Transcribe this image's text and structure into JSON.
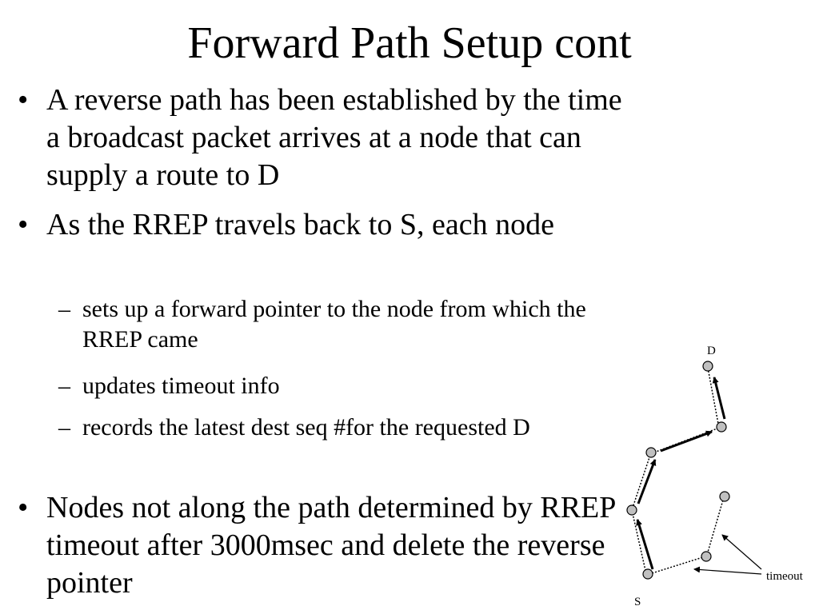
{
  "slide": {
    "title": "Forward Path Setup cont",
    "bullets": [
      {
        "marker": "•",
        "text": "A reverse path has been established by the time a broadcast packet arrives at a node that can supply a route to D"
      },
      {
        "marker": "•",
        "text": "As the RREP travels back to S, each node"
      },
      {
        "marker": "–",
        "text": "sets up a forward pointer to the node from which the RREP came"
      },
      {
        "marker": "–",
        "text": "updates timeout info"
      },
      {
        "marker": "–",
        "text": "records the latest dest seq #for the requested D"
      },
      {
        "marker": "•",
        "text": "Nodes not along the path determined by RREP timeout after 3000msec and delete the reverse pointer"
      }
    ]
  },
  "diagram": {
    "labels": {
      "destination": "D",
      "source": "S",
      "timeout": "timeout"
    },
    "colors": {
      "node_fill": "#c0c0c0",
      "stroke": "#000000"
    }
  }
}
